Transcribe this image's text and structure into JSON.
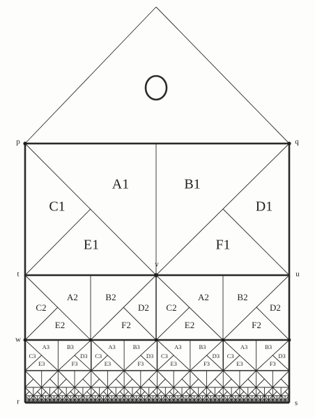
{
  "corners": {
    "p": "p",
    "q": "q",
    "t": "t",
    "u": "u",
    "w": "w",
    "r": "r",
    "s": "s",
    "v": "v"
  },
  "level1": [
    "A1",
    "B1",
    "C1",
    "D1",
    "E1",
    "F1"
  ],
  "level2": {
    "left": [
      "A2",
      "B2",
      "C2",
      "D2",
      "E2",
      "F2"
    ],
    "right": [
      "A2",
      "B2",
      "C2",
      "D2",
      "E2",
      "F2"
    ]
  },
  "level3": [
    "A3",
    "B3",
    "C3",
    "D3",
    "E3",
    "F3"
  ]
}
